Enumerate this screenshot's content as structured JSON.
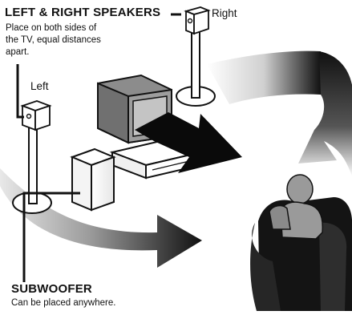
{
  "speakers": {
    "heading": "LEFT & RIGHT SPEAKERS",
    "description_lines": [
      "Place on both sides of",
      "the TV, equal distances",
      "apart."
    ],
    "left_label": "Left",
    "right_label": "Right"
  },
  "subwoofer": {
    "heading": "SUBWOOFER",
    "description": "Can be placed anywhere."
  },
  "colors": {
    "background": "#ffffff",
    "outline": "#111111",
    "tv_body": "#8c8c8c",
    "arrow_dark": "#0a0a0a",
    "arrow_light": "#d9d9d9",
    "chair": "#141414",
    "listener": "#9a9a9a"
  }
}
